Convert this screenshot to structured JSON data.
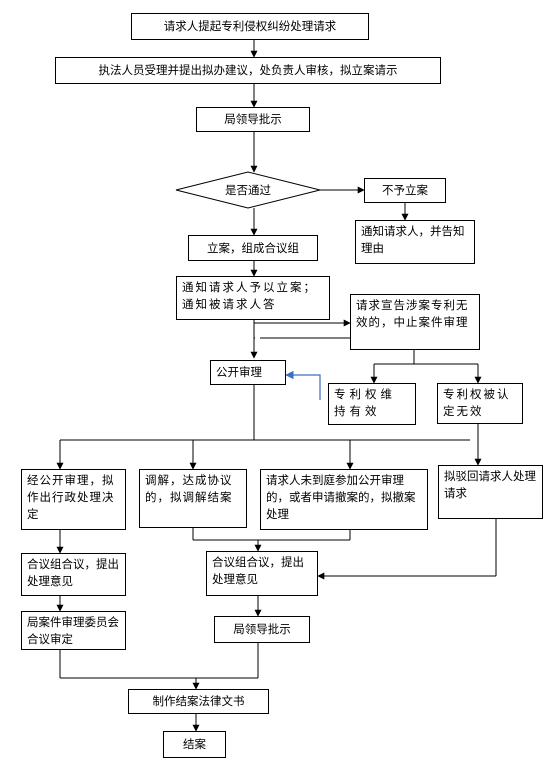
{
  "nodes": {
    "n1": "请求人提起专利侵权纠纷处理请求",
    "n2": "执法人员受理并提出拟办建议，处负责人审核，拟立案请示",
    "n3": "局领导批示",
    "decision": "是否通过",
    "reject": "不予立案",
    "notify_reject": "通知请求人，并告知理由",
    "n4": "立案，组成合议组",
    "n5": "通知请求人予以立案；通知被请求人答",
    "invalid_req": "请求宣告涉案专利无效的，中止案件审理",
    "public_hearing": "公开审理",
    "valid": "专利权维持有效",
    "invalid": "专利权被认定无效",
    "b1": "经公开审理，拟作出行政处理决定",
    "b2": "调解，达成协议的，拟调解结案",
    "b3": "请求人未到庭参加公开审理的，或者申请撤案的，拟撤案处理",
    "b4": "拟驳回请求人处理请求",
    "c1": "合议组合议，提出处理意见",
    "c2": "合议组合议，提出处理意见",
    "d1": "局案件审理委员会合议审定",
    "d2": "局领导批示",
    "e": "制作结案法律文书",
    "f": "结案"
  }
}
